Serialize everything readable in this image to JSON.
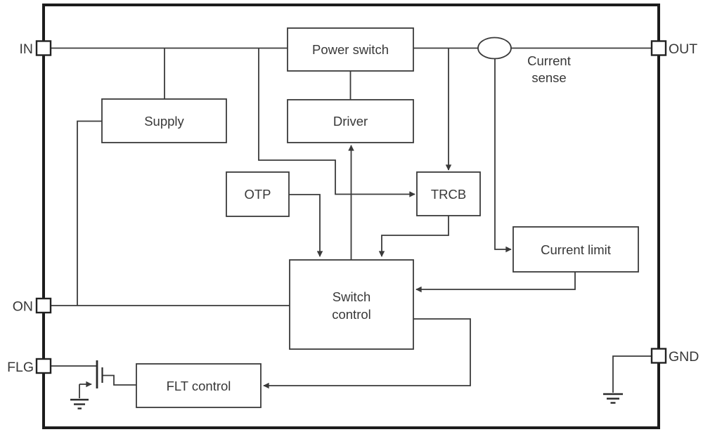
{
  "pins": {
    "in": {
      "label": "IN"
    },
    "out": {
      "label": "OUT"
    },
    "on": {
      "label": "ON"
    },
    "flg": {
      "label": "FLG"
    },
    "gnd": {
      "label": "GND"
    }
  },
  "blocks": {
    "power_switch": {
      "label": "Power switch"
    },
    "supply": {
      "label": "Supply"
    },
    "driver": {
      "label": "Driver"
    },
    "otp": {
      "label": "OTP"
    },
    "trcb": {
      "label": "TRCB"
    },
    "current_limit": {
      "label": "Current limit"
    },
    "switch_control": {
      "lines": [
        "Switch",
        "control"
      ]
    },
    "flt_control": {
      "label": "FLT control"
    }
  },
  "annotations": {
    "current_sense": {
      "lines": [
        "Current",
        "sense"
      ]
    }
  },
  "colors": {
    "background": "#ffffff",
    "wire": "#3a3a3a",
    "border": "#1c1c1c",
    "text": "#383838"
  }
}
